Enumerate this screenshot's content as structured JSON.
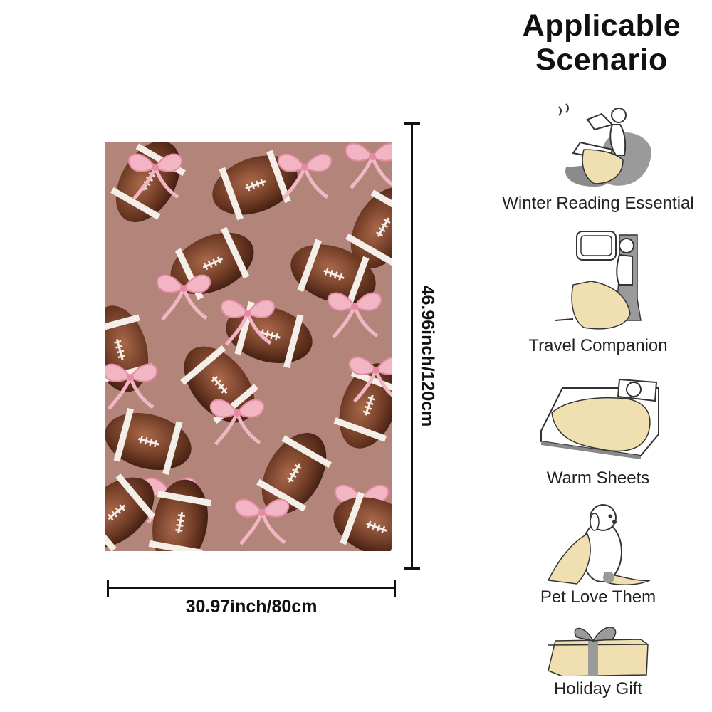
{
  "dimensions": {
    "height_label": "46.96inch/120cm",
    "width_label": "30.97inch/80cm"
  },
  "panel": {
    "title_line1": "Applicable",
    "title_line2": "Scenario",
    "scenarios": [
      {
        "caption": "Winter Reading Essential",
        "icon": "person-reading-icon"
      },
      {
        "caption": "Travel Companion",
        "icon": "person-in-seat-icon"
      },
      {
        "caption": "Warm Sheets",
        "icon": "person-in-bed-icon"
      },
      {
        "caption": "Pet Love Them",
        "icon": "dog-icon"
      },
      {
        "caption": "Holiday Gift",
        "icon": "gift-box-icon"
      }
    ]
  },
  "colors": {
    "blanket_background": "#b3857a",
    "football": "#6e3a24",
    "bow": "#f2b5c4",
    "blanket_fabric": "#f0dfb0"
  }
}
